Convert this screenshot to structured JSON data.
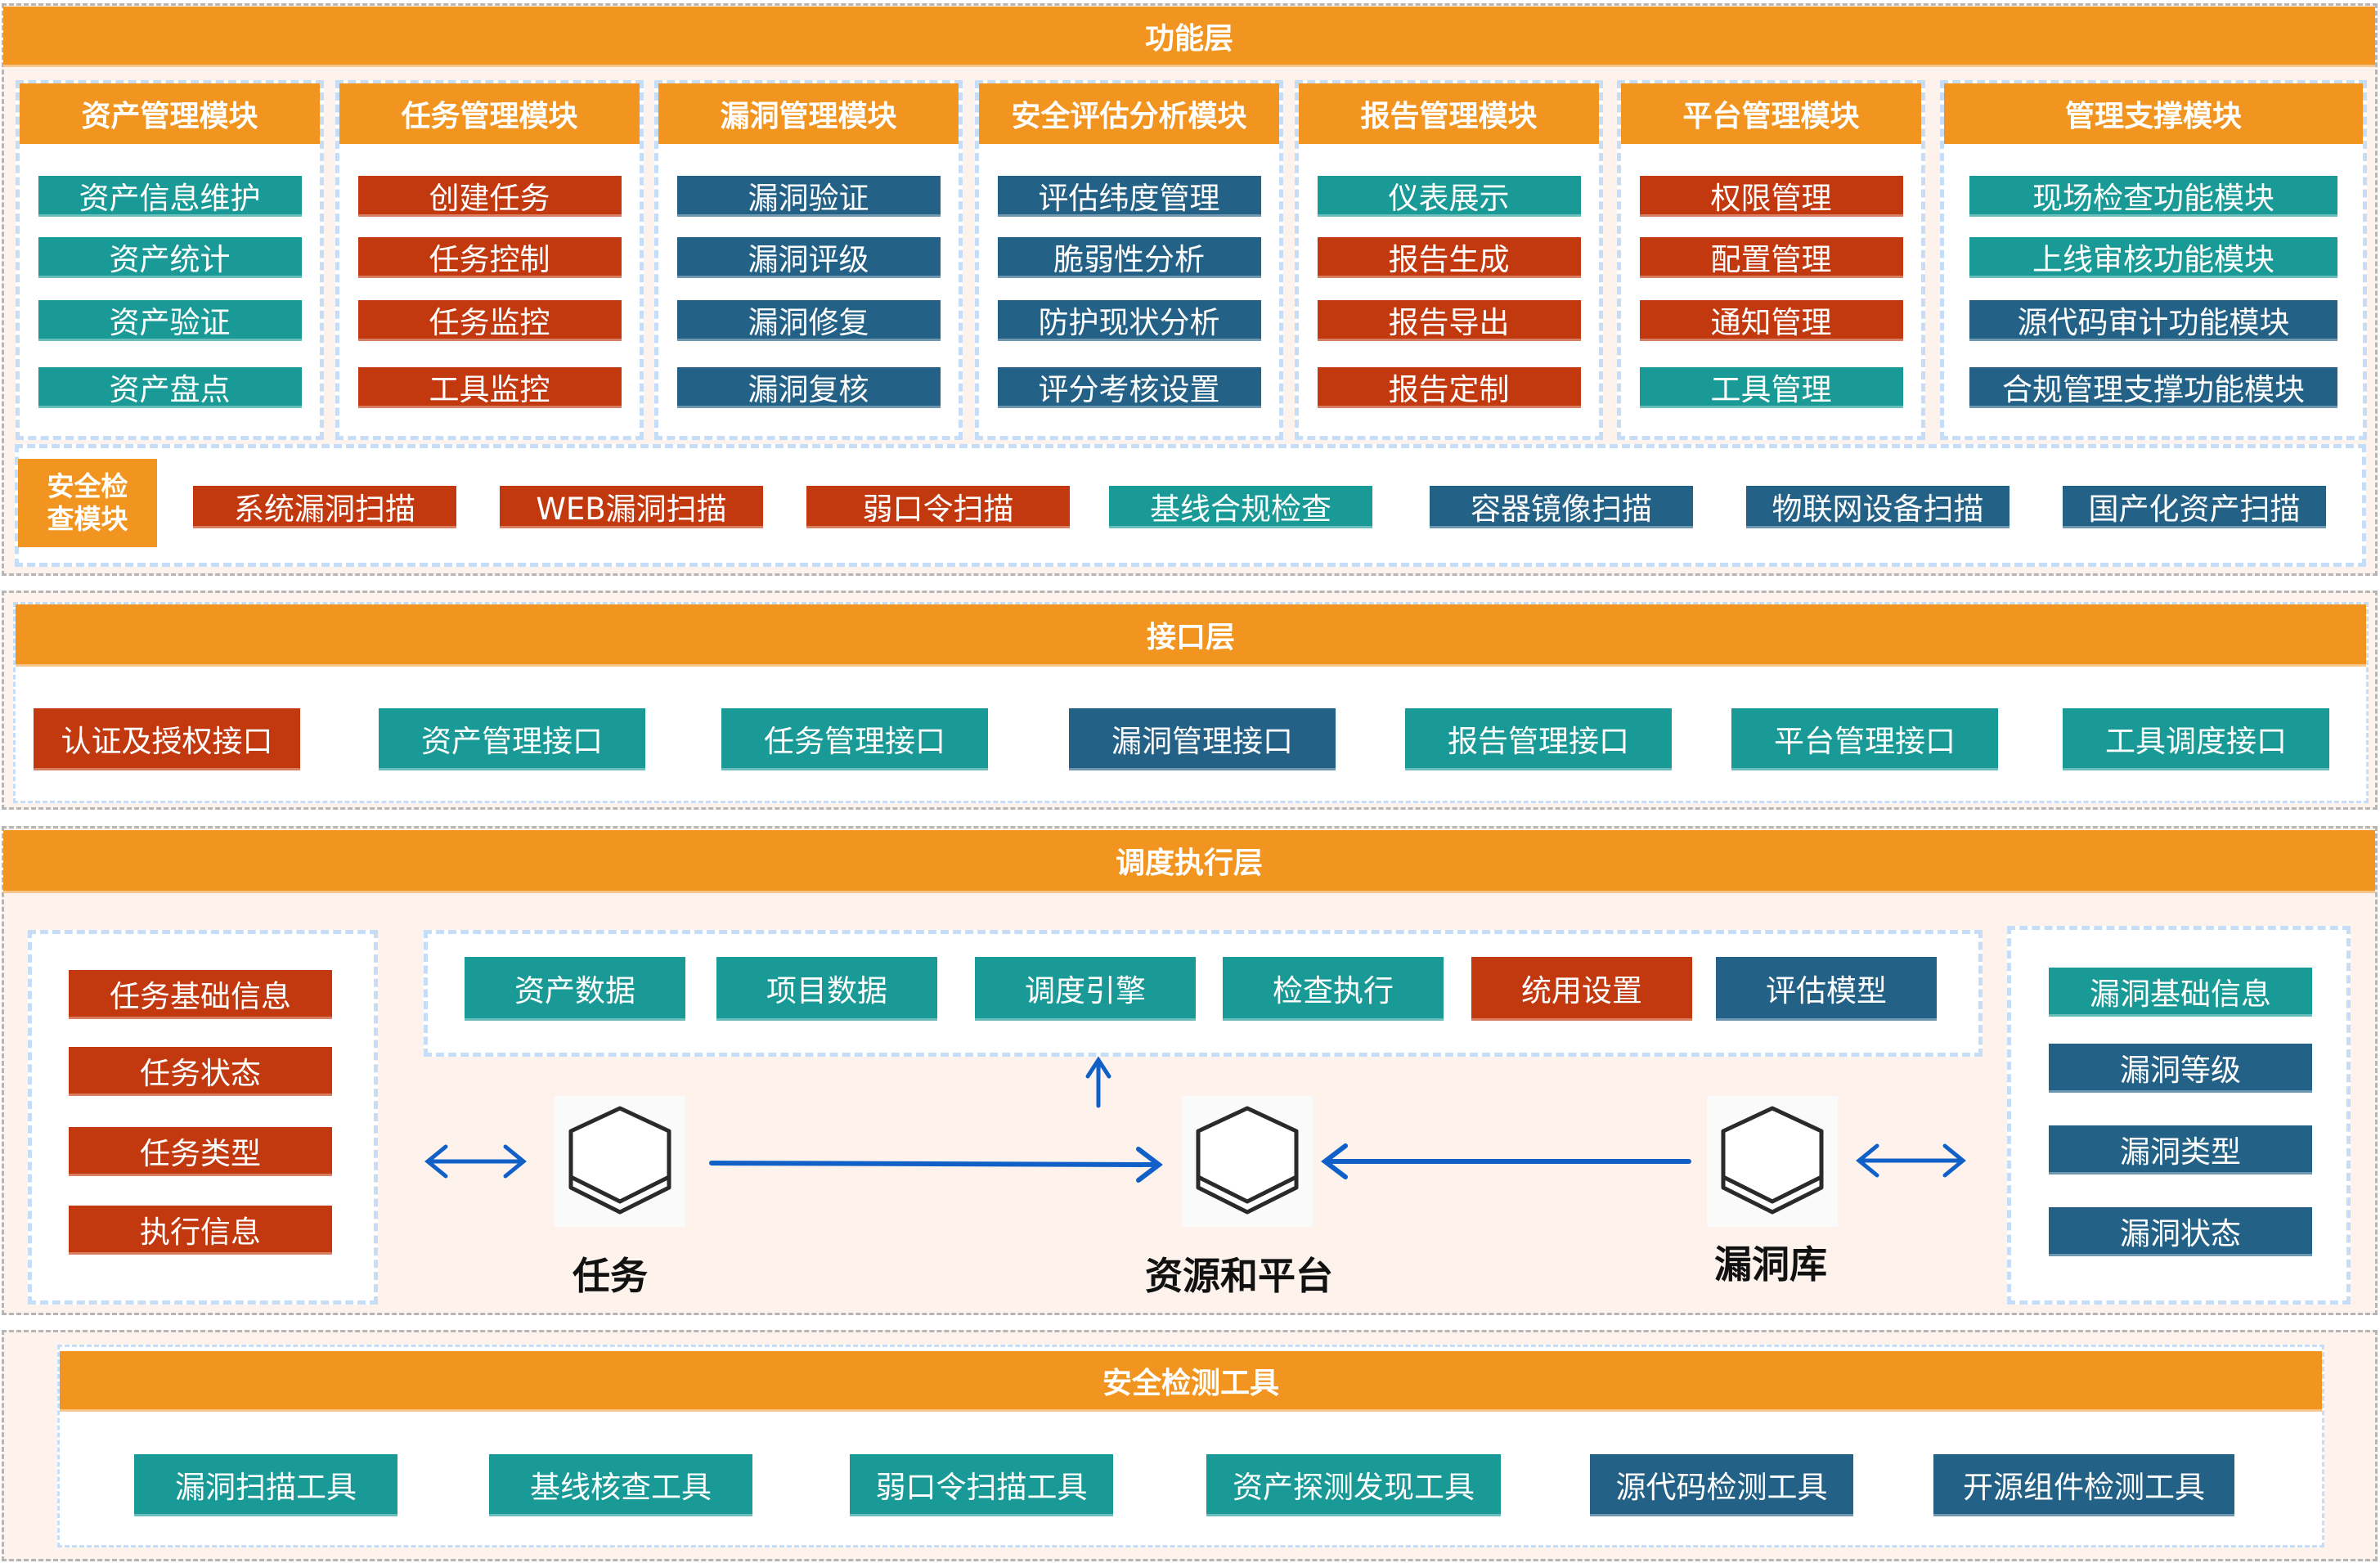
{
  "colors": {
    "orange": "#f29520",
    "teal": "#1a9a96",
    "red": "#c3390f",
    "blue": "#236186",
    "arrow": "#1060c8"
  },
  "function_layer": {
    "title": "功能层",
    "modules": [
      {
        "title": "资产管理模块",
        "items": [
          {
            "label": "资产信息维护",
            "color": "teal"
          },
          {
            "label": "资产统计",
            "color": "teal"
          },
          {
            "label": "资产验证",
            "color": "teal"
          },
          {
            "label": "资产盘点",
            "color": "teal"
          }
        ]
      },
      {
        "title": "任务管理模块",
        "items": [
          {
            "label": "创建任务",
            "color": "red"
          },
          {
            "label": "任务控制",
            "color": "red"
          },
          {
            "label": "任务监控",
            "color": "red"
          },
          {
            "label": "工具监控",
            "color": "red"
          }
        ]
      },
      {
        "title": "漏洞管理模块",
        "items": [
          {
            "label": "漏洞验证",
            "color": "blue"
          },
          {
            "label": "漏洞评级",
            "color": "blue"
          },
          {
            "label": "漏洞修复",
            "color": "blue"
          },
          {
            "label": "漏洞复核",
            "color": "blue"
          }
        ]
      },
      {
        "title": "安全评估分析模块",
        "items": [
          {
            "label": "评估纬度管理",
            "color": "blue"
          },
          {
            "label": "脆弱性分析",
            "color": "blue"
          },
          {
            "label": "防护现状分析",
            "color": "blue"
          },
          {
            "label": "评分考核设置",
            "color": "blue"
          }
        ]
      },
      {
        "title": "报告管理模块",
        "items": [
          {
            "label": "仪表展示",
            "color": "teal"
          },
          {
            "label": "报告生成",
            "color": "red"
          },
          {
            "label": "报告导出",
            "color": "red"
          },
          {
            "label": "报告定制",
            "color": "red"
          }
        ]
      },
      {
        "title": "平台管理模块",
        "items": [
          {
            "label": "权限管理",
            "color": "red"
          },
          {
            "label": "配置管理",
            "color": "red"
          },
          {
            "label": "通知管理",
            "color": "red"
          },
          {
            "label": "工具管理",
            "color": "teal"
          }
        ]
      },
      {
        "title": "管理支撑模块",
        "items": [
          {
            "label": "现场检查功能模块",
            "color": "teal"
          },
          {
            "label": "上线审核功能模块",
            "color": "teal"
          },
          {
            "label": "源代码审计功能模块",
            "color": "blue"
          },
          {
            "label": "合规管理支撑功能模块",
            "color": "blue"
          }
        ]
      }
    ],
    "security_check": {
      "title_line1": "安全检",
      "title_line2": "查模块",
      "items": [
        {
          "label": "系统漏洞扫描",
          "color": "red"
        },
        {
          "label": "WEB漏洞扫描",
          "color": "red"
        },
        {
          "label": "弱口令扫描",
          "color": "red"
        },
        {
          "label": "基线合规检查",
          "color": "teal"
        },
        {
          "label": "容器镜像扫描",
          "color": "blue"
        },
        {
          "label": "物联网设备扫描",
          "color": "blue"
        },
        {
          "label": "国产化资产扫描",
          "color": "blue"
        }
      ]
    }
  },
  "interface_layer": {
    "title": "接口层",
    "items": [
      {
        "label": "认证及授权接口",
        "color": "red"
      },
      {
        "label": "资产管理接口",
        "color": "teal"
      },
      {
        "label": "任务管理接口",
        "color": "teal"
      },
      {
        "label": "漏洞管理接口",
        "color": "blue"
      },
      {
        "label": "报告管理接口",
        "color": "teal"
      },
      {
        "label": "平台管理接口",
        "color": "teal"
      },
      {
        "label": "工具调度接口",
        "color": "teal"
      }
    ]
  },
  "scheduling_layer": {
    "title": "调度执行层",
    "task_info": [
      {
        "label": "任务基础信息",
        "color": "red"
      },
      {
        "label": "任务状态",
        "color": "red"
      },
      {
        "label": "任务类型",
        "color": "red"
      },
      {
        "label": "执行信息",
        "color": "red"
      }
    ],
    "engine_items": [
      {
        "label": "资产数据",
        "color": "teal"
      },
      {
        "label": "项目数据",
        "color": "teal"
      },
      {
        "label": "调度引擎",
        "color": "teal"
      },
      {
        "label": "检查执行",
        "color": "teal"
      },
      {
        "label": "统用设置",
        "color": "red"
      },
      {
        "label": "评估模型",
        "color": "blue"
      }
    ],
    "vuln_info": [
      {
        "label": "漏洞基础信息",
        "color": "teal"
      },
      {
        "label": "漏洞等级",
        "color": "blue"
      },
      {
        "label": "漏洞类型",
        "color": "blue"
      },
      {
        "label": "漏洞状态",
        "color": "blue"
      }
    ],
    "nodes": [
      {
        "label": "任务",
        "icon": "hexagon-stack-icon"
      },
      {
        "label": "资源和平台",
        "icon": "hexagon-stack-icon"
      },
      {
        "label": "漏洞库",
        "icon": "hexagon-stack-icon"
      }
    ]
  },
  "tools_layer": {
    "title": "安全检测工具",
    "items": [
      {
        "label": "漏洞扫描工具",
        "color": "teal"
      },
      {
        "label": "基线核查工具",
        "color": "teal"
      },
      {
        "label": "弱口令扫描工具",
        "color": "teal"
      },
      {
        "label": "资产探测发现工具",
        "color": "teal"
      },
      {
        "label": "源代码检测工具",
        "color": "blue"
      },
      {
        "label": "开源组件检测工具",
        "color": "blue"
      }
    ]
  }
}
